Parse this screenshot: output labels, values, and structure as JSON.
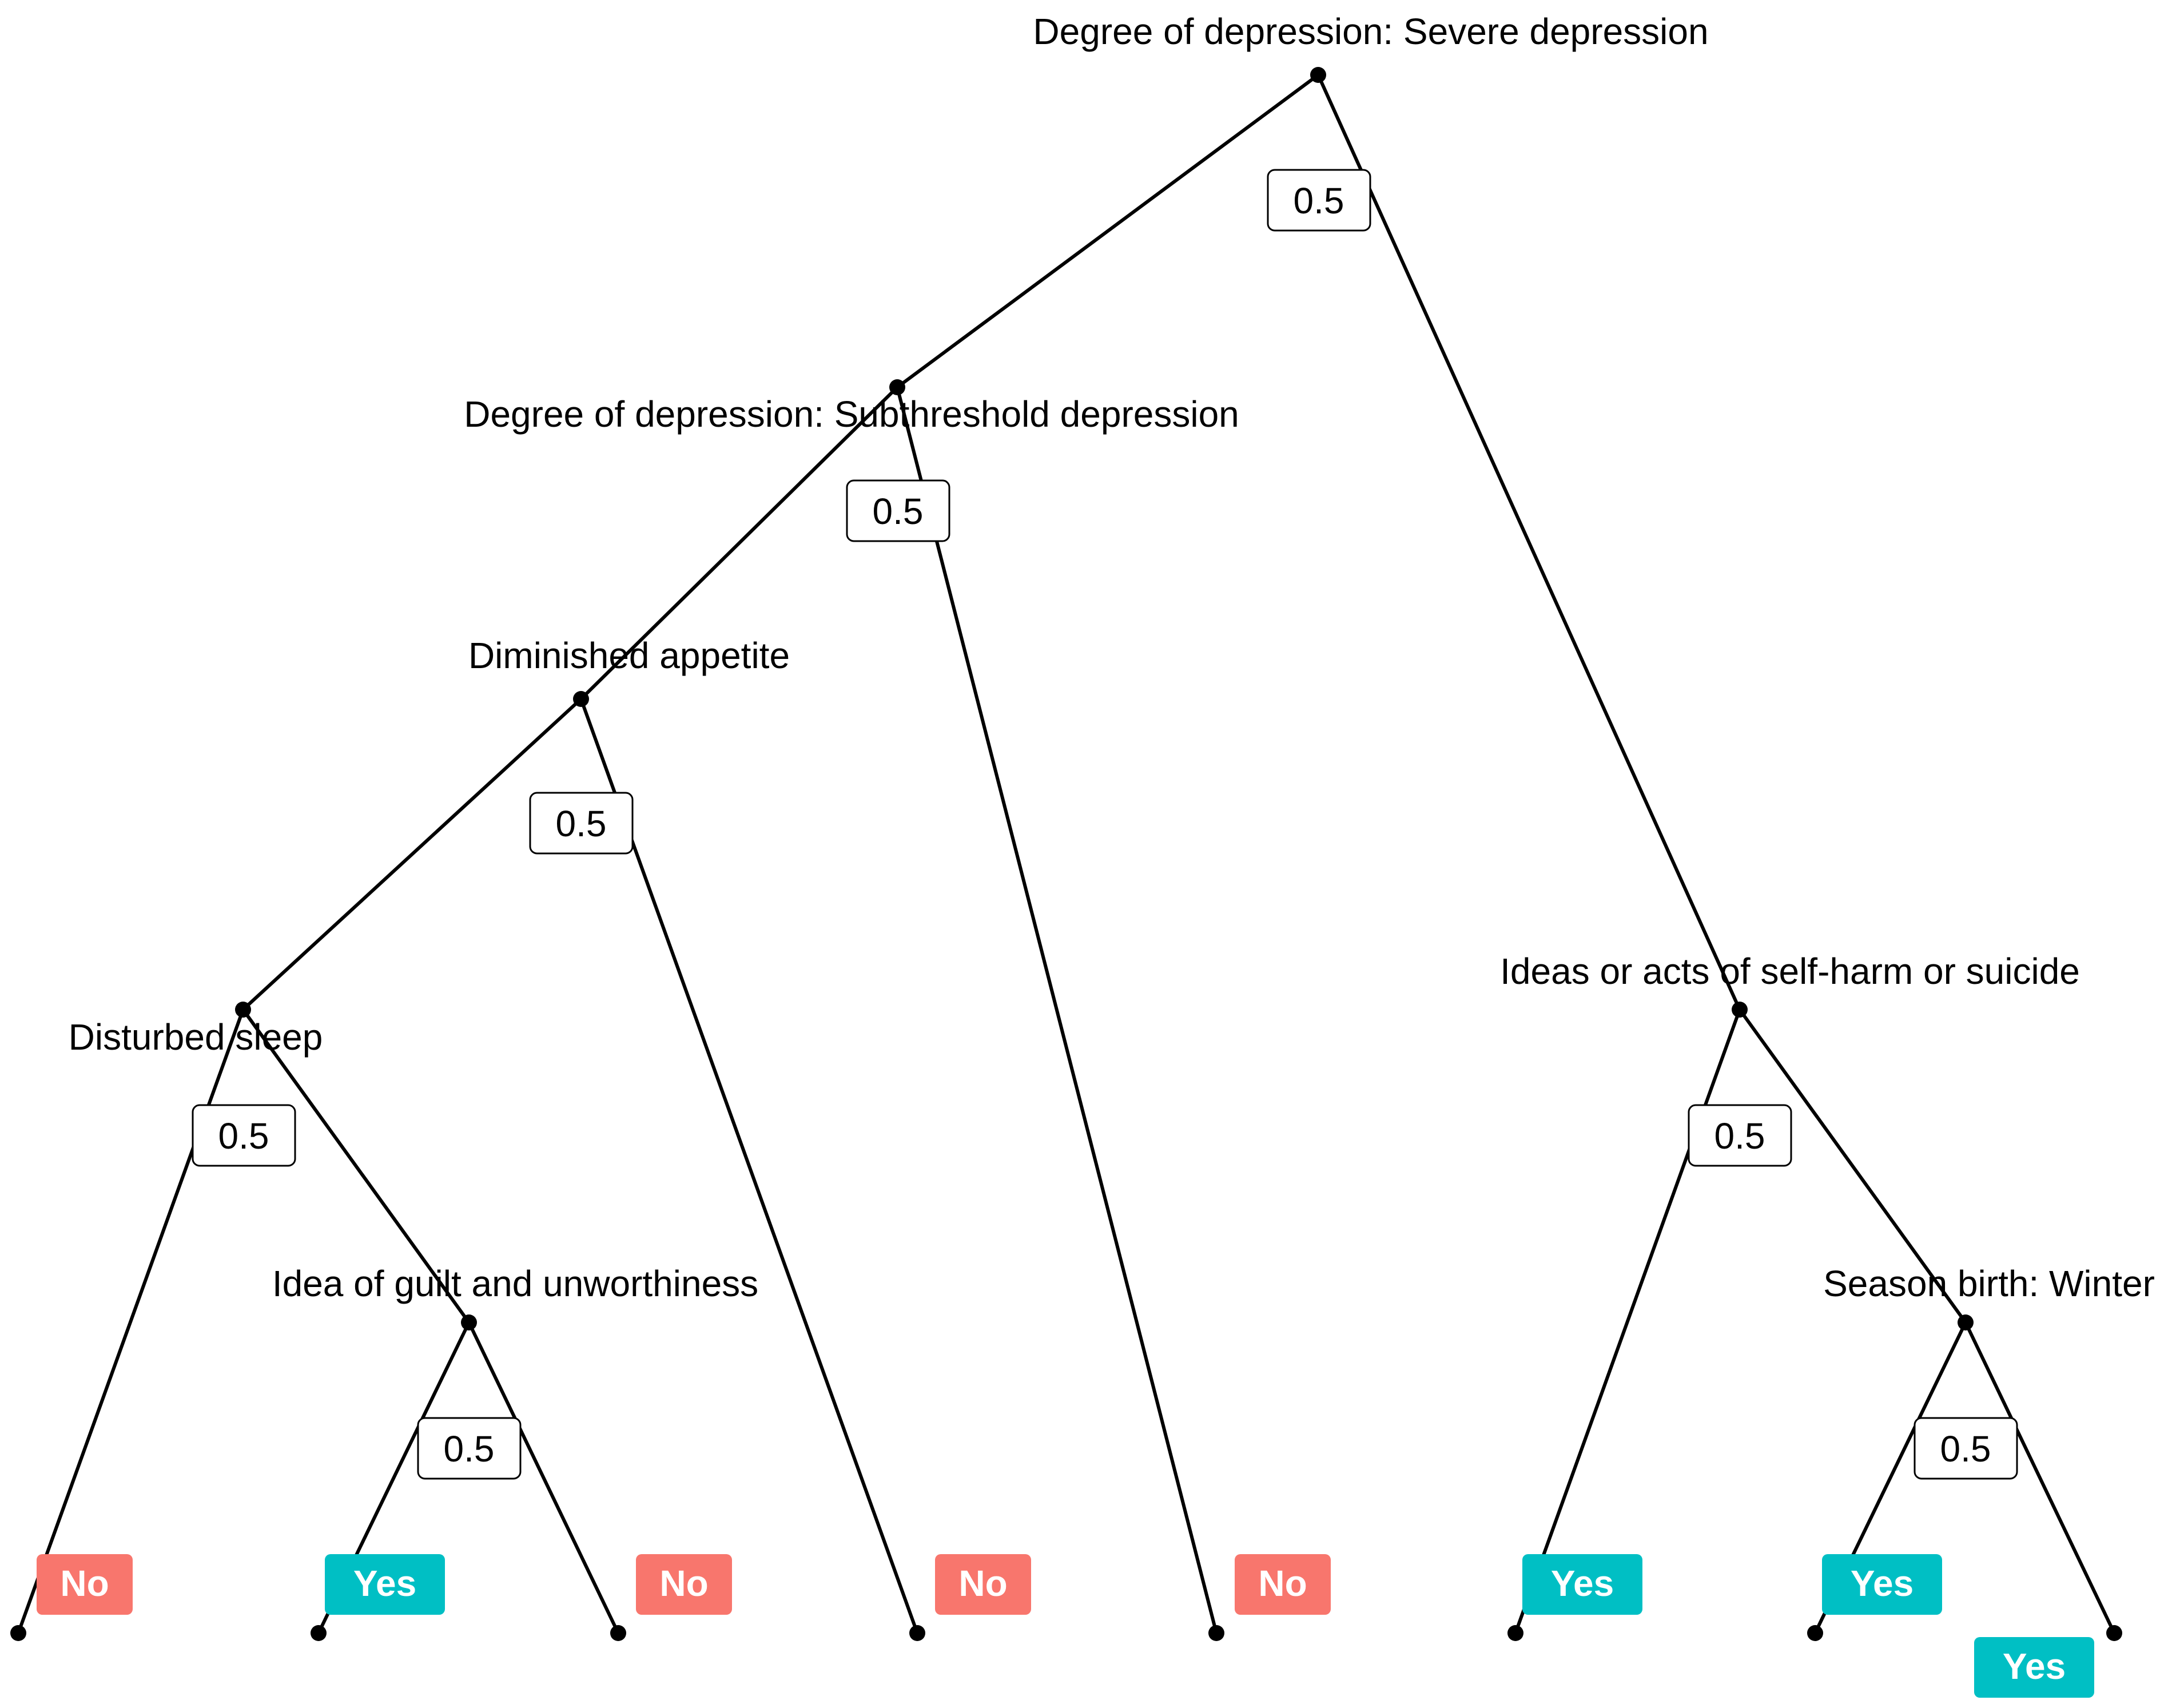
{
  "colors": {
    "no": "#F8766D",
    "yes": "#00BFC4",
    "edge": "#000000"
  },
  "threshold_label": "0.5",
  "nodes": {
    "root": {
      "label": "Degree of depression: Severe depression"
    },
    "subthreshold": {
      "label": "Degree of depression: Subthreshold depression"
    },
    "appetite": {
      "label": "Diminished appetite"
    },
    "sleep": {
      "label": "Disturbed sleep"
    },
    "guilt": {
      "label": "Idea of guilt and unworthiness"
    },
    "selfharm": {
      "label": "Ideas or acts of self-harm or suicide"
    },
    "season": {
      "label": "Season birth: Winter"
    }
  },
  "leaves": [
    {
      "id": "leaf-1",
      "label": "No",
      "class": "no"
    },
    {
      "id": "leaf-2",
      "label": "Yes",
      "class": "yes"
    },
    {
      "id": "leaf-3",
      "label": "No",
      "class": "no"
    },
    {
      "id": "leaf-4",
      "label": "No",
      "class": "no"
    },
    {
      "id": "leaf-5",
      "label": "No",
      "class": "no"
    },
    {
      "id": "leaf-6",
      "label": "Yes",
      "class": "yes"
    },
    {
      "id": "leaf-7",
      "label": "Yes",
      "class": "yes"
    },
    {
      "id": "leaf-8",
      "label": "Yes",
      "class": "yes"
    }
  ]
}
